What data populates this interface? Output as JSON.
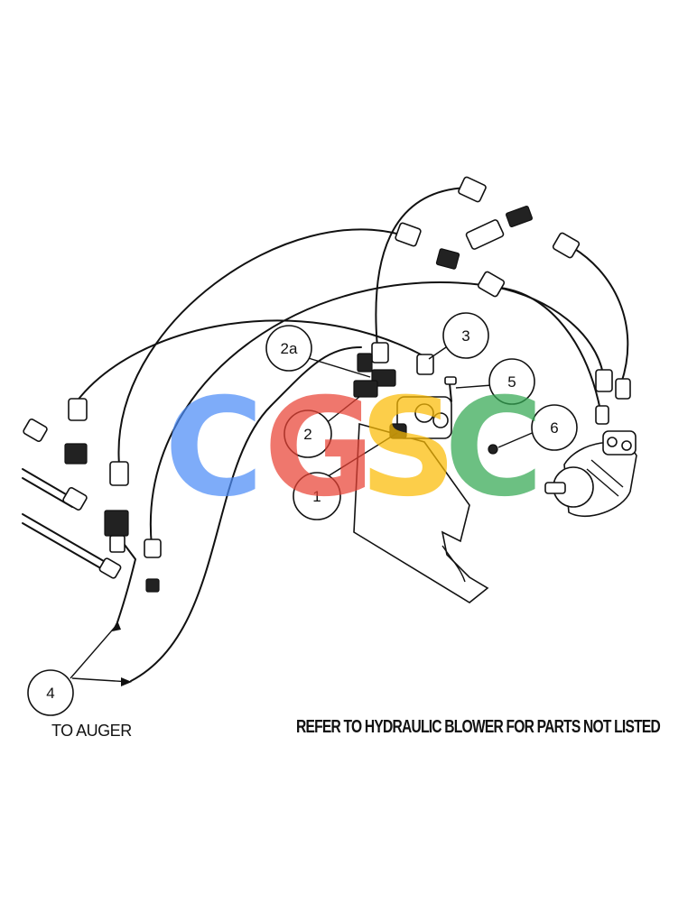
{
  "callouts": [
    {
      "id": "c1",
      "label": "1"
    },
    {
      "id": "c2",
      "label": "2"
    },
    {
      "id": "c2a",
      "label": "2a"
    },
    {
      "id": "c3",
      "label": "3"
    },
    {
      "id": "c4",
      "label": "4"
    },
    {
      "id": "c5",
      "label": "5"
    },
    {
      "id": "c6",
      "label": "6"
    }
  ],
  "labels": {
    "to_auger": "TO AUGER",
    "refer_note": "REFER TO HYDRAULIC BLOWER FOR PARTS NOT LISTED"
  },
  "watermark": {
    "letters": [
      "C",
      "G",
      "S",
      "C"
    ],
    "colors": [
      "#4d8df7",
      "#ea4335",
      "#fbbc05",
      "#34a853"
    ]
  }
}
